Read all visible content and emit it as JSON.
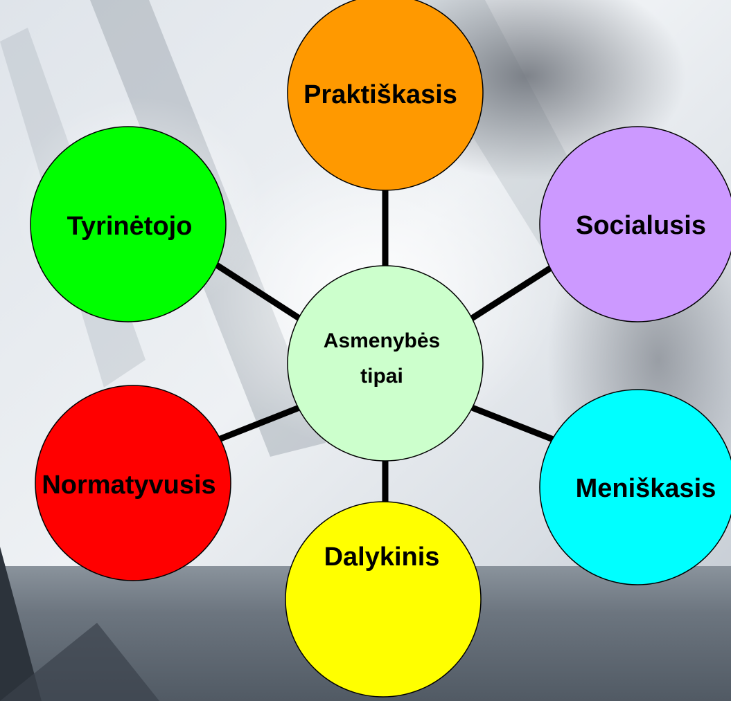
{
  "diagram": {
    "center": {
      "line1": "Asmenybės",
      "line2": "tipai",
      "color": "#ccffcc"
    },
    "nodes": [
      {
        "id": "praktiskasis",
        "label": "Praktiškasis",
        "color": "#ff9900"
      },
      {
        "id": "socialusis",
        "label": "Socialusis",
        "color": "#cc99ff"
      },
      {
        "id": "meniskasis",
        "label": "Meniškasis",
        "color": "#00ffff"
      },
      {
        "id": "dalykinis",
        "label": "Dalykinis",
        "color": "#ffff00"
      },
      {
        "id": "normatyvusis",
        "label": "Normatyvusis",
        "color": "#ff0000"
      },
      {
        "id": "tyrinetojo",
        "label": "Tyrinėtojo",
        "color": "#00ff00"
      }
    ],
    "connector_color": "#000000"
  }
}
